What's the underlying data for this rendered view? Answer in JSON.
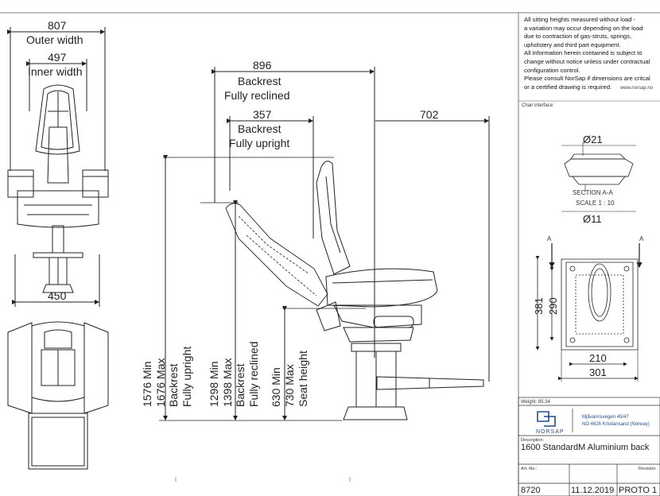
{
  "notes": {
    "lines": [
      "All sitting heights measured without load -",
      "a variation may occur depending on the load",
      "due to contraction of gas-struts, springs,",
      "upholstery and third part equipment.",
      "All information herein contained is subject to",
      "change without notice unless under contractual",
      "configuration control.",
      "Please consult NorSap if dimensions are critcal",
      "or a certified drawing is required."
    ],
    "url": "www.norsap.no"
  },
  "front_view": {
    "outer_width_value": "807",
    "outer_width_label": "Outer width",
    "inner_width_value": "497",
    "inner_width_label": "Inner width",
    "base_width_value": "450"
  },
  "side_view": {
    "reclined_value": "896",
    "reclined_label_1": "Backrest",
    "reclined_label_2": "Fully reclined",
    "upright_value": "357",
    "upright_label_1": "Backrest",
    "upright_label_2": "Fully upright",
    "footrest_value": "702",
    "height_upright": [
      "1576 Min",
      "1676 Max",
      "Backrest",
      "Fully upright"
    ],
    "height_reclined": [
      "1298 Min",
      "1398 Max",
      "Backrest",
      "Fully reclined"
    ],
    "seat_height": [
      "630 Min",
      "730 Max",
      "Seat height"
    ]
  },
  "chair_interface": {
    "label": "Chair interface:",
    "dia_top": "Ø21",
    "section_label": "SECTION A-A",
    "scale_label": "SCALE 1 : 10",
    "dia_bottom": "Ø11",
    "section_marker": "A",
    "dim_381": "381",
    "dim_290": "290",
    "dim_210": "210",
    "dim_301": "301"
  },
  "title_block": {
    "weight": "Weight: 85.34",
    "brand": "NORSAP",
    "address_1": "Mjåvannsvegen 45/47",
    "address_2": "NO 4626  Kristiansand (Norway)",
    "description_label": "Description:",
    "description": "1600 StandardM Aluminium back",
    "artno_label": "Art.-No.:",
    "artno": "8720",
    "date": "11.12.2019",
    "revision_label": "Revision:",
    "revision": "PROTO 1"
  }
}
